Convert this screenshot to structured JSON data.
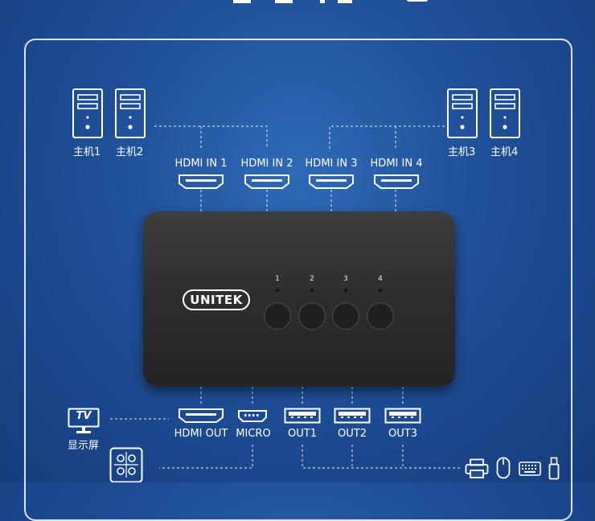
{
  "hosts": [
    {
      "label": "主机1"
    },
    {
      "label": "主机2"
    },
    {
      "label": "主机3"
    },
    {
      "label": "主机4"
    }
  ],
  "inputs": [
    {
      "label": "HDMI IN 1"
    },
    {
      "label": "HDMI IN 2"
    },
    {
      "label": "HDMI IN 3"
    },
    {
      "label": "HDMI IN 4"
    }
  ],
  "switch": {
    "brand": "UNITEK",
    "buttons": [
      {
        "num": "1"
      },
      {
        "num": "2"
      },
      {
        "num": "3"
      },
      {
        "num": "4"
      }
    ]
  },
  "outputs": [
    {
      "label": "HDMI OUT"
    },
    {
      "label": "MICRO"
    },
    {
      "label": "OUT1"
    },
    {
      "label": "OUT2"
    },
    {
      "label": "OUT3"
    }
  ],
  "display": {
    "tv_text": "TV",
    "label": "显示屏"
  },
  "peripheral_icons": [
    "printer-icon",
    "mouse-icon",
    "keyboard-icon",
    "usb-drive-icon"
  ],
  "colors": {
    "background": "#1f4f98",
    "device": "#2c2d2f",
    "line": "#ffffff"
  }
}
